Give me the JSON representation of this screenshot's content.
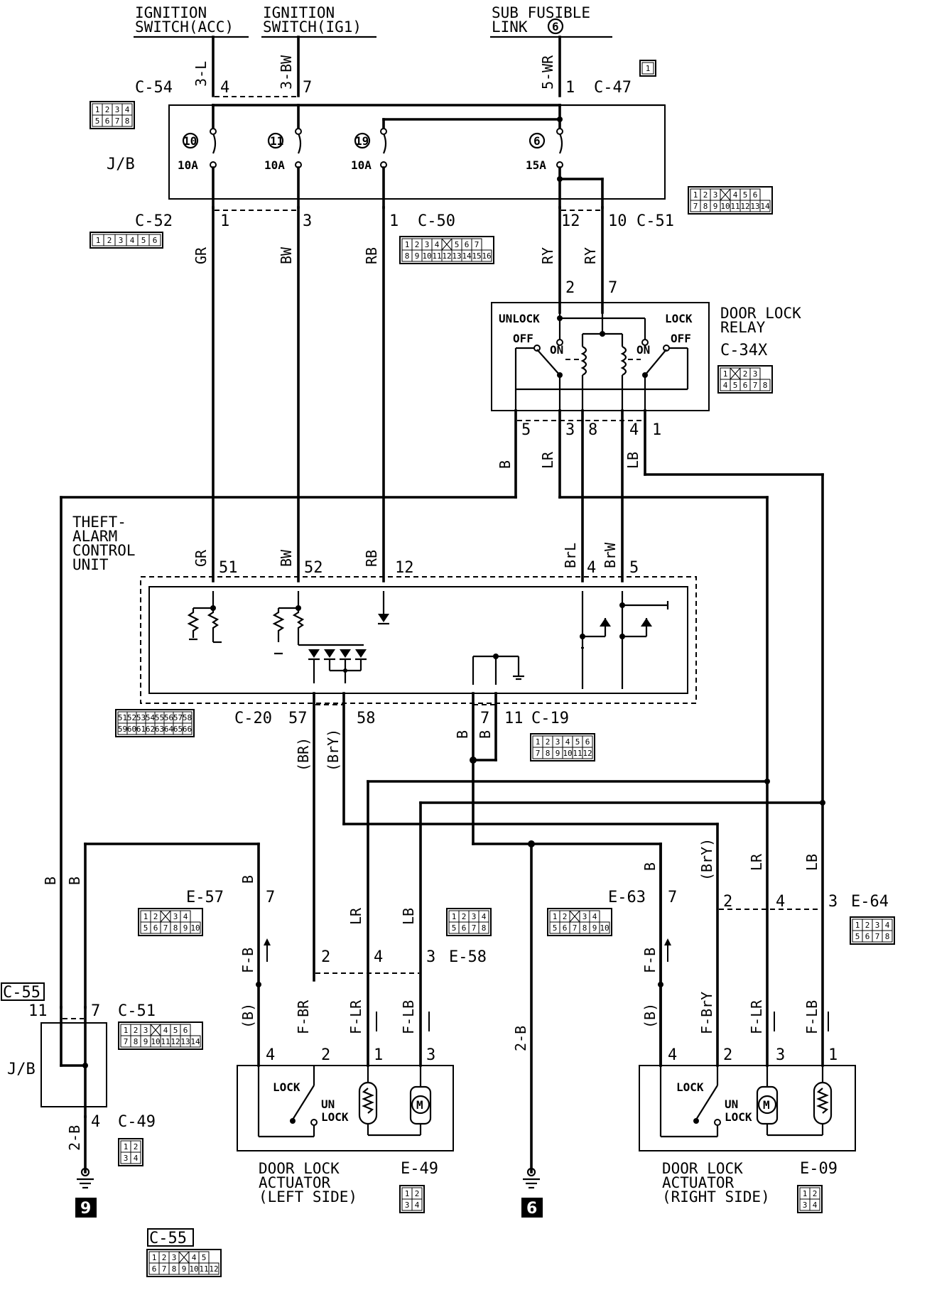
{
  "sources": {
    "ign_acc": [
      "IGNITION",
      "SWITCH(ACC)"
    ],
    "ign_ig1": [
      "IGNITION",
      "SWITCH(IG1)"
    ],
    "sub_fusible": [
      "SUB FUSIBLE",
      "LINK"
    ],
    "sub_fusible_num": "6"
  },
  "jb_label": "J/B",
  "connectors": {
    "c54": "C-54",
    "c47": "C-47",
    "c52": "C-52",
    "c50": "C-50",
    "c51": "C-51",
    "c34x": "C-34X",
    "c20": "C-20",
    "c19": "C-19",
    "e57": "E-57",
    "e58": "E-58",
    "e63": "E-63",
    "e64": "E-64",
    "c55": "C-55",
    "c51b": "C-51",
    "c49": "C-49",
    "e49": "E-49",
    "e09": "E-09",
    "c55b": "C-55"
  },
  "fuses": [
    {
      "num": "10",
      "rating": "10A"
    },
    {
      "num": "11",
      "rating": "10A"
    },
    {
      "num": "19",
      "rating": "10A"
    },
    {
      "num": "6",
      "rating": "15A"
    }
  ],
  "wires": {
    "w_3L": "3-L",
    "w_3BW": "3-BW",
    "w_5WR": "5-WR",
    "w_GR": "GR",
    "w_BW": "BW",
    "w_RB": "RB",
    "w_RY1": "RY",
    "w_RY2": "RY",
    "w_B": "B",
    "w_LR": "LR",
    "w_LB": "LB",
    "w_GR2": "GR",
    "w_BW2": "BW",
    "w_RB2": "RB",
    "w_BrL": "BrL",
    "w_BrW": "BrW",
    "w_BR": "(BR)",
    "w_BrY": "(BrY)",
    "w_B19a": "B",
    "w_B19b": "B",
    "w_Bl1": "B",
    "w_Bl2": "B",
    "w_B57": "B",
    "w_LR58": "LR",
    "w_LB58": "LB",
    "w_B63": "B",
    "w_BrY64": "(BrY)",
    "w_LR64": "LR",
    "w_LB64": "LB",
    "w_FB1": "F-B",
    "w_FBR": "F-BR",
    "w_FLR1": "F-LR",
    "w_FLB1": "F-LB",
    "w_Bp1": "(B)",
    "w_FB2": "F-B",
    "w_FBrY": "F-BrY",
    "w_FLR2": "F-LR",
    "w_FLB2": "F-LB",
    "w_Bp2": "(B)",
    "w_2B1": "2-B",
    "w_2B2": "2-B"
  },
  "pins": {
    "p4": "4",
    "p7": "7",
    "p1": "1",
    "p1b": "1",
    "p3b": "3",
    "p1c": "1",
    "p12": "12",
    "p10": "10",
    "r2": "2",
    "r7": "7",
    "r5": "5",
    "r3": "3",
    "r8": "8",
    "r4": "4",
    "r1": "1",
    "t51": "51",
    "t52": "52",
    "t12": "12",
    "t4": "4",
    "t5": "5",
    "t57": "57",
    "t58": "58",
    "t7": "7",
    "t11": "11",
    "e57_7": "7",
    "e58_2": "2",
    "e58_4": "4",
    "e58_3": "3",
    "e63_7": "7",
    "e64_2": "2",
    "e64_4": "4",
    "e64_3": "3",
    "a1_4": "4",
    "a1_2": "2",
    "a1_1": "1",
    "a1_3": "3",
    "a2_4": "4",
    "a2_2": "2",
    "a2_3": "3",
    "a2_1": "1",
    "jb_11": "11",
    "jb_7": "7",
    "jb_4": "4"
  },
  "relay": {
    "title": [
      "DOOR LOCK",
      "RELAY"
    ],
    "unlock": "UNLOCK",
    "lock": "LOCK",
    "off1": "OFF",
    "on1": "ON",
    "on2": "ON",
    "off2": "OFF"
  },
  "theft": {
    "title": [
      "THEFT-",
      "ALARM",
      "CONTROL",
      "UNIT"
    ]
  },
  "actuators": {
    "left": {
      "title": [
        "DOOR LOCK",
        "ACTUATOR",
        "(LEFT SIDE)"
      ],
      "lock": "LOCK",
      "un": "UN",
      "unlock": "LOCK",
      "motor": "M"
    },
    "right": {
      "title": [
        "DOOR LOCK",
        "ACTUATOR",
        "(RIGHT SIDE)"
      ],
      "lock": "LOCK",
      "un": "UN",
      "unlock": "LOCK",
      "motor": "M"
    }
  },
  "grounds": {
    "g9": "9",
    "g6": "6"
  },
  "pin_grids": {
    "c54": [
      [
        "1",
        "2",
        "3",
        "4"
      ],
      [
        "5",
        "6",
        "7",
        "8"
      ]
    ],
    "c47": [
      [
        "1"
      ]
    ],
    "c52": [
      [
        "1",
        "2",
        "3",
        "4",
        "5",
        "6"
      ]
    ],
    "c50": [
      [
        "1",
        "2",
        "3",
        "4",
        "",
        "5",
        "6",
        "7"
      ],
      [
        "8",
        "9",
        "10",
        "11",
        "12",
        "13",
        "14",
        "15",
        "16"
      ]
    ],
    "c51": [
      [
        "1",
        "2",
        "3",
        "",
        "4",
        "5",
        "6"
      ],
      [
        "7",
        "8",
        "9",
        "10",
        "11",
        "12",
        "13",
        "14"
      ]
    ],
    "c34x": [
      [
        "1",
        "",
        "2",
        "3"
      ],
      [
        "4",
        "5",
        "6",
        "7",
        "8"
      ]
    ],
    "c20": [
      [
        "51",
        "52",
        "53",
        "54",
        "55",
        "56",
        "57",
        "58"
      ],
      [
        "59",
        "60",
        "61",
        "62",
        "63",
        "64",
        "65",
        "66"
      ]
    ],
    "c19": [
      [
        "1",
        "2",
        "3",
        "4",
        "5",
        "6"
      ],
      [
        "7",
        "8",
        "9",
        "10",
        "11",
        "12"
      ]
    ],
    "e57": [
      [
        "1",
        "2",
        "",
        "3",
        "4"
      ],
      [
        "5",
        "6",
        "7",
        "8",
        "9",
        "10"
      ]
    ],
    "e58": [
      [
        "1",
        "2",
        "3",
        "4"
      ],
      [
        "5",
        "6",
        "7",
        "8"
      ]
    ],
    "e63": [
      [
        "1",
        "2",
        "",
        "3",
        "4"
      ],
      [
        "5",
        "6",
        "7",
        "8",
        "9",
        "10"
      ]
    ],
    "e64": [
      [
        "1",
        "2",
        "3",
        "4"
      ],
      [
        "5",
        "6",
        "7",
        "8"
      ]
    ],
    "c51b": [
      [
        "1",
        "2",
        "3",
        "",
        "4",
        "5",
        "6"
      ],
      [
        "7",
        "8",
        "9",
        "10",
        "11",
        "12",
        "13",
        "14"
      ]
    ],
    "c49": [
      [
        "1",
        "2"
      ],
      [
        "3",
        "4"
      ]
    ],
    "e49": [
      [
        "1",
        "2"
      ],
      [
        "3",
        "4"
      ]
    ],
    "e09": [
      [
        "1",
        "2"
      ],
      [
        "3",
        "4"
      ]
    ],
    "c55b": [
      [
        "1",
        "2",
        "3",
        "",
        "4",
        "5"
      ],
      [
        "6",
        "7",
        "8",
        "9",
        "10",
        "11",
        "12"
      ]
    ]
  }
}
